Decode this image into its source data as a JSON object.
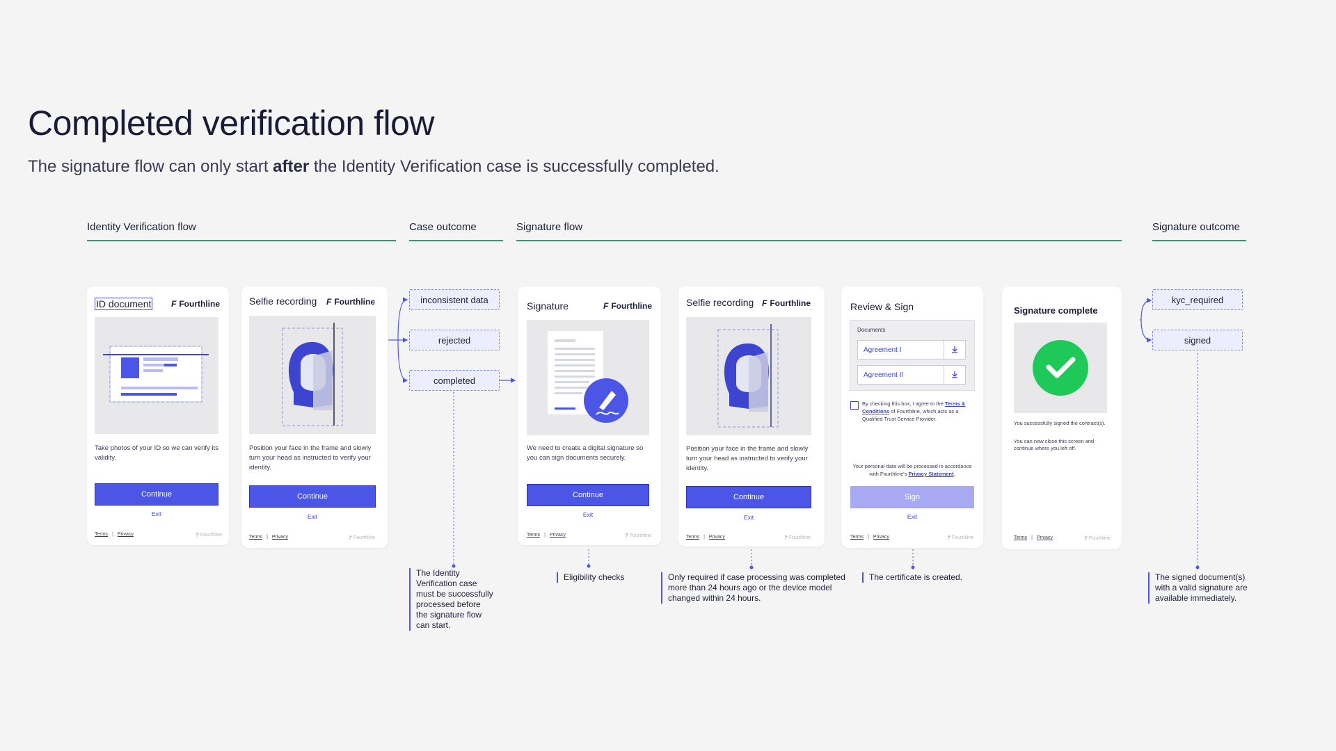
{
  "title": "Completed verification flow",
  "subtitle": {
    "before": "The signature flow can only start ",
    "bold": "after",
    "after": " the Identity Verification case is successfully completed."
  },
  "sections": {
    "identity": "Identity Verification flow",
    "case_outcome": "Case outcome",
    "signature": "Signature flow",
    "signature_outcome": "Signature outcome"
  },
  "brand": "Fourthline",
  "footer": {
    "terms": "Terms",
    "privacy": "Privacy",
    "sep": "|",
    "brand": "Fourthline"
  },
  "cards": {
    "id_document": {
      "title": "ID document",
      "desc": "Take photos of your ID so we can verify its validity.",
      "button": "Continue",
      "exit": "Exit"
    },
    "selfie1": {
      "title": "Selfie recording",
      "desc": "Position your face in the frame and slowly turn your head as instructed to verify your identity.",
      "button": "Continue",
      "exit": "Exit"
    },
    "signature": {
      "title": "Signature",
      "desc": "We need to create a digital signature so you can sign documents securely.",
      "button": "Continue",
      "exit": "Exit"
    },
    "selfie2": {
      "title": "Selfie recording",
      "desc": "Position your face in the frame and slowly turn your head as instructed to verify your identity.",
      "button": "Continue",
      "exit": "Exit"
    },
    "review_sign": {
      "title": "Review & Sign",
      "documents_label": "Documents",
      "documents": [
        "Agreement I",
        "Agreement II"
      ],
      "consent_before": "By checking this box, I agree to the ",
      "consent_link": "Terms & Conditions",
      "consent_after": " of Fourthline, which acts as a Qualified Trust Service Provider.",
      "privacy_before": "Your personal data will be processed in accordance with Fourthline's ",
      "privacy_link": "Privacy Statement",
      "privacy_after": ".",
      "button": "Sign",
      "exit": "Exit"
    },
    "complete": {
      "title": "Signature complete",
      "line1": "You successfully signed the contract(s).",
      "line2": "You can now close this screen and continue where you left off."
    }
  },
  "case_outcomes": [
    "inconsistent data",
    "rejected",
    "completed"
  ],
  "signature_outcomes": [
    "kyc_required",
    "signed"
  ],
  "notes": {
    "case": "The Identity Verification case must be successfully processed  before the signature flow can start.",
    "eligibility": "Eligibility checks",
    "selfie": "Only required if case processing was completed more than 24 hours ago or  the device model changed within 24 hours.",
    "certificate": "The certificate is created.",
    "signed": "The signed document(s) with a valid signature are available immediately."
  },
  "colors": {
    "accent": "#4b55e6",
    "section_line": "#2e9e6a",
    "success": "#1ec95a"
  }
}
